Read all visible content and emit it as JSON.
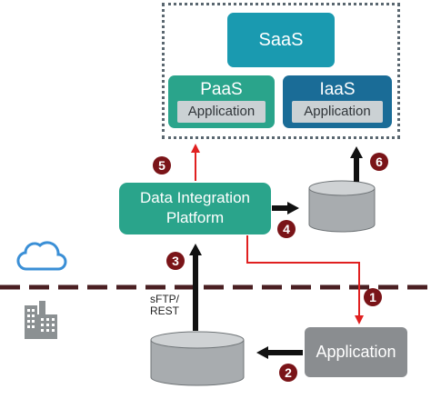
{
  "cloud_services": {
    "saas": "SaaS",
    "paas": "PaaS",
    "iaas": "IaaS",
    "paas_app": "Application",
    "iaas_app": "Application"
  },
  "integration_platform": {
    "line1": "Data Integration",
    "line2": "Platform"
  },
  "on_premise": {
    "application": "Application",
    "protocol_line1": "sFTP/",
    "protocol_line2": "REST"
  },
  "steps": [
    "1",
    "2",
    "3",
    "4",
    "5",
    "6"
  ],
  "colors": {
    "saas": "#1a9ab0",
    "paas": "#2aa48b",
    "iaas": "#1a6c97",
    "platform": "#2aa48b",
    "step_badge": "#7a1418",
    "flow_arrow": "#e02020",
    "data_arrow": "#111111",
    "divider": "#4a1f22",
    "database": "#a8acaf"
  },
  "icons": [
    "cloud-icon",
    "building-icon"
  ]
}
